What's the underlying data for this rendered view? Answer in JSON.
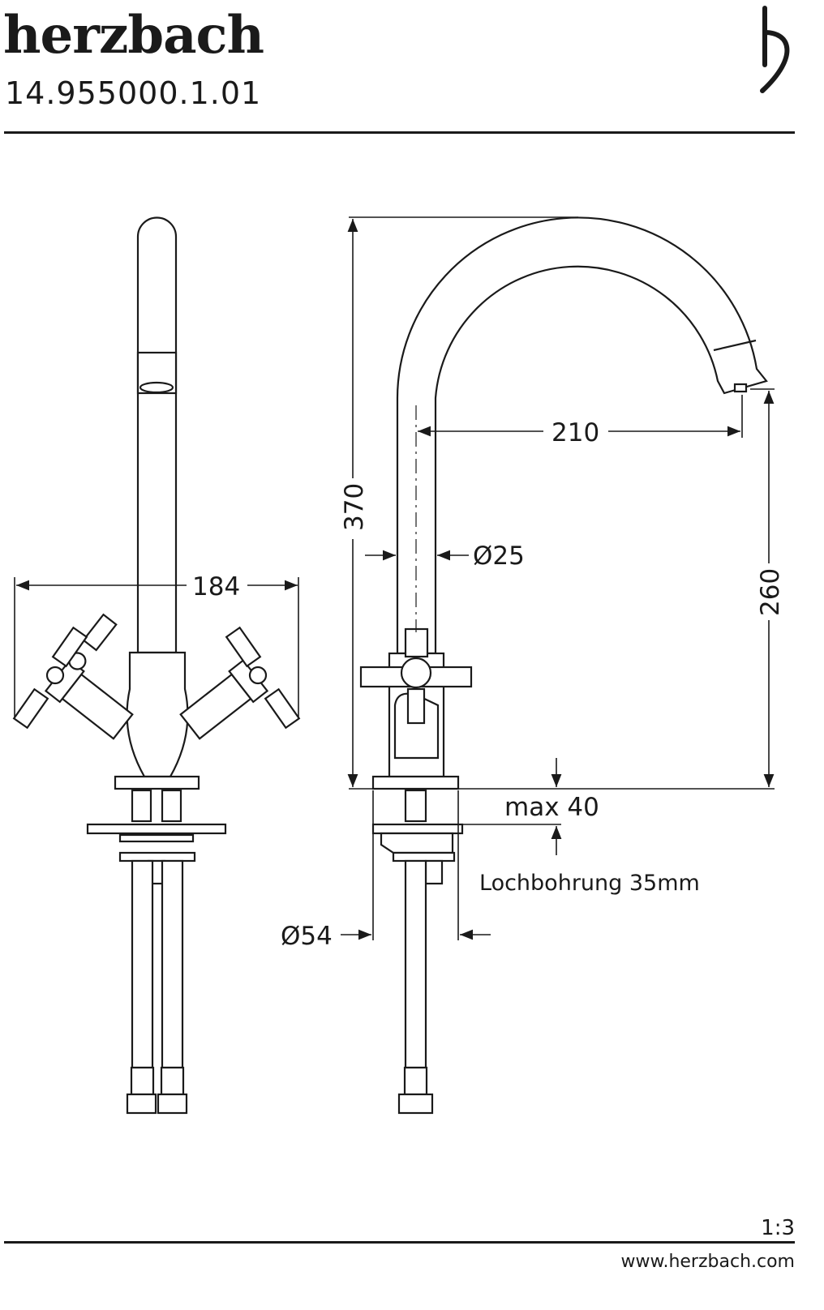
{
  "header": {
    "brand": "herzbach",
    "part_number": "14.955000.1.01",
    "logo_letter": "h"
  },
  "drawing": {
    "dimensions": {
      "width_handles": "184",
      "total_height": "370",
      "spout_reach": "210",
      "spout_height": "260",
      "tube_diameter": "Ø25",
      "base_diameter": "Ø54",
      "max_thickness": "max 40",
      "hole": "Lochbohrung 35mm"
    }
  },
  "footer": {
    "scale": "1:3",
    "url": "www.herzbach.com"
  }
}
